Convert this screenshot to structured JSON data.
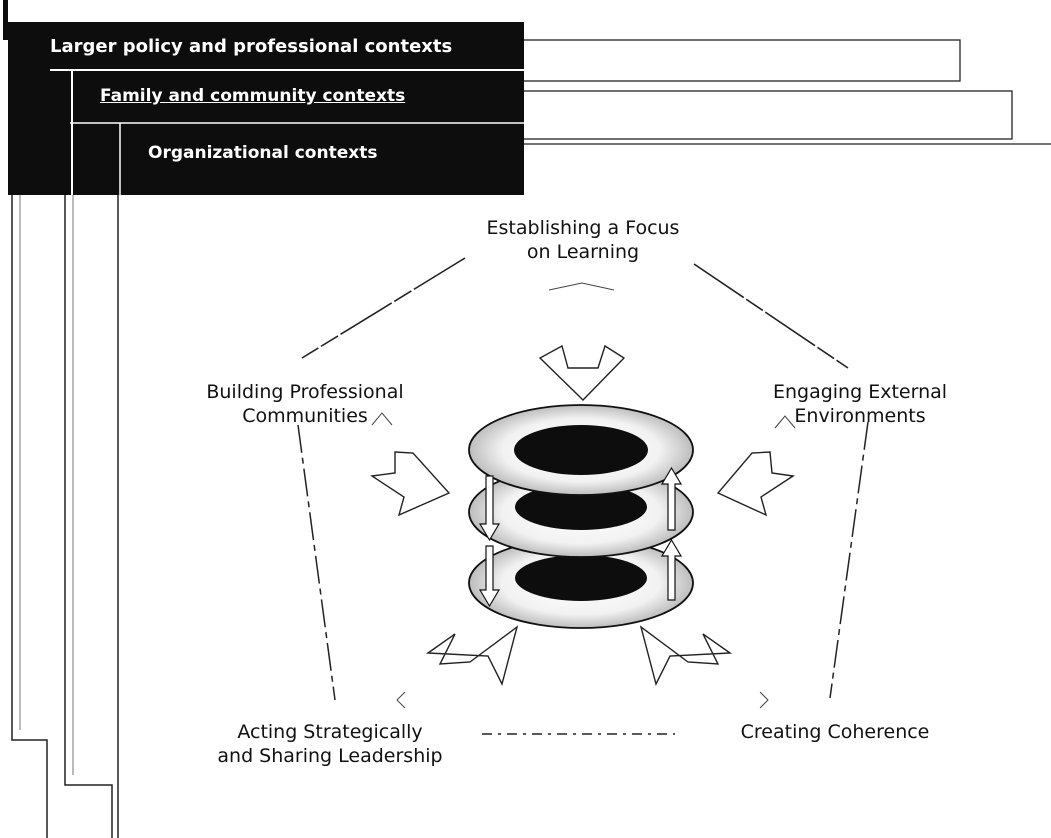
{
  "contexts": {
    "outer": "Larger policy and professional contexts",
    "middle": "Family and community contexts",
    "inner": "Organizational contexts"
  },
  "nodes": {
    "focus": {
      "line1": "Establishing a Focus",
      "line2": "on Learning"
    },
    "communities": {
      "line1": "Building Professional",
      "line2": "Communities"
    },
    "external": {
      "line1": "Engaging External",
      "line2": "Environments"
    },
    "strategic": {
      "line1": "Acting Strategically",
      "line2": "and Sharing Leadership"
    },
    "coherence": {
      "line1": "Creating Coherence"
    }
  },
  "colors": {
    "dark": "#0d0d0d",
    "paper": "#ffffff",
    "line": "#222222"
  }
}
